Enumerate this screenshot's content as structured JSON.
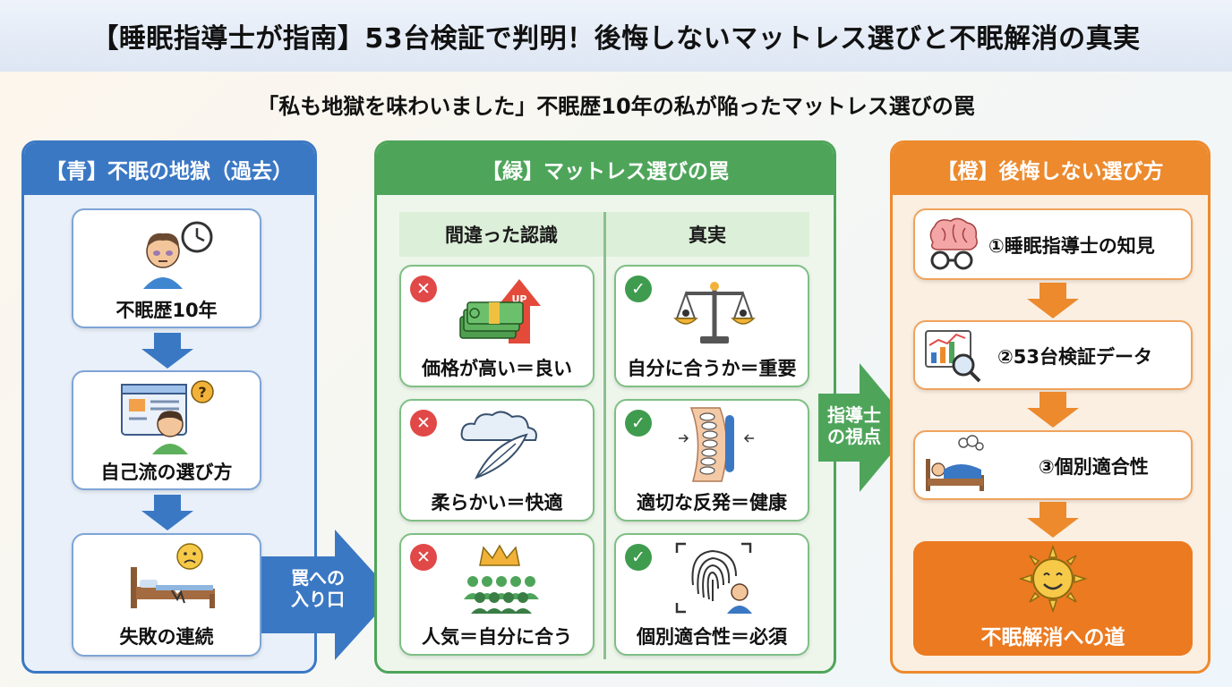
{
  "title": "【睡眠指導士が指南】53台検証で判明！後悔しないマットレス選びと不眠解消の真実",
  "subtitle": "「私も地獄を味わいました」不眠歴10年の私が陥ったマットレス選びの罠",
  "blue_panel": {
    "heading": "【青】不眠の地獄（過去）",
    "steps": [
      {
        "label": "不眠歴10年",
        "icon": "sleepless-man-clock-icon"
      },
      {
        "label": "自己流の選び方",
        "icon": "person-browsing-question-icon"
      },
      {
        "label": "失敗の連続",
        "icon": "broken-bed-sad-face-icon"
      }
    ]
  },
  "arrow_trap": "罠への\n入り口",
  "green_panel": {
    "heading": "【緑】マットレス選びの罠",
    "col_wrong": "間違った認識",
    "col_truth": "真実",
    "wrong": [
      {
        "label": "価格が高い＝良い",
        "icon": "money-up-icon",
        "up_text": "UP"
      },
      {
        "label": "柔らかい＝快適",
        "icon": "cloud-feather-icon"
      },
      {
        "label": "人気＝自分に合う",
        "icon": "crowd-crown-icon"
      }
    ],
    "truth": [
      {
        "label": "自分に合うか＝重要",
        "icon": "balance-scale-icon"
      },
      {
        "label": "適切な反発＝健康",
        "icon": "spine-support-icon"
      },
      {
        "label": "個別適合性＝必須",
        "icon": "fingerprint-person-icon"
      }
    ]
  },
  "arrow_view": "指導士\nの視点",
  "orange_panel": {
    "heading": "【橙】後悔しない選び方",
    "steps": [
      {
        "label": "①睡眠指導士の知見",
        "icon": "brain-glasses-icon"
      },
      {
        "label": "②53台検証データ",
        "icon": "chart-magnifier-icon"
      },
      {
        "label": "③個別適合性",
        "icon": "sleeping-person-bed-icon"
      }
    ],
    "goal": "不眠解消への道"
  },
  "colors": {
    "blue": "#3b78c4",
    "green": "#4ea55a",
    "orange": "#ec8a2d",
    "red": "#e14848"
  }
}
